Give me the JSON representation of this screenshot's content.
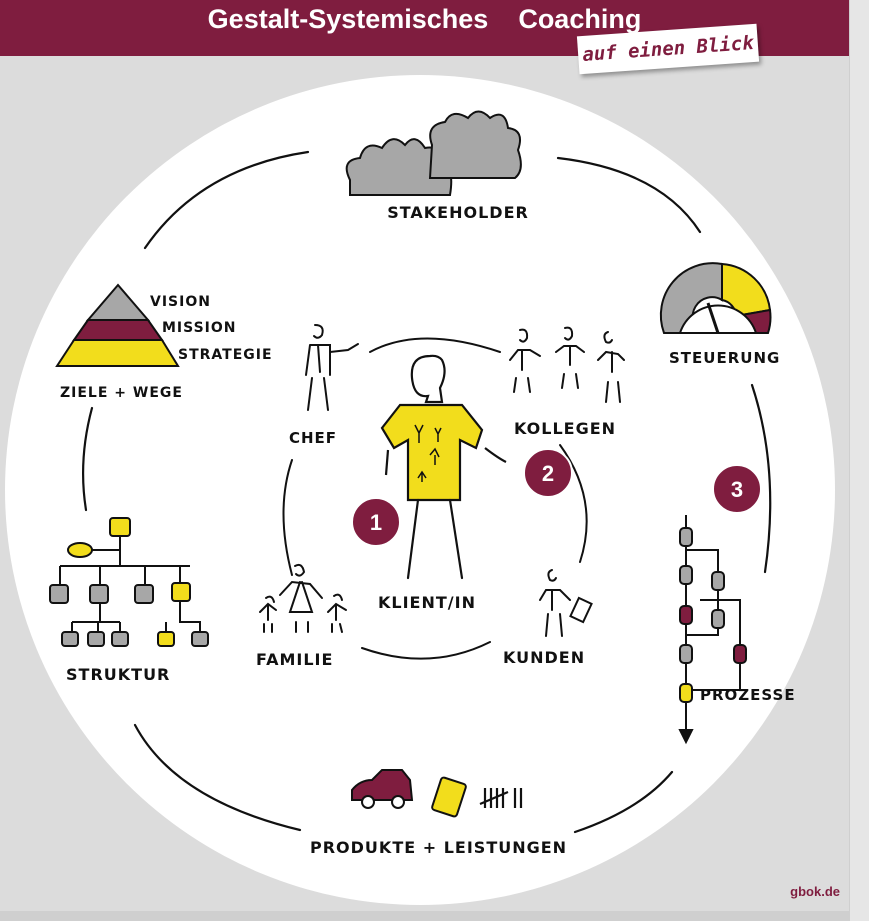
{
  "colors": {
    "accent": "#7f1d3f",
    "yellow": "#f2dd1c",
    "gray": "#a7a7a7",
    "ink": "#111111",
    "white": "#ffffff"
  },
  "header": {
    "title": "Gestalt-Systemisches    Coaching",
    "subtitle": "auf einen Blick"
  },
  "labels": {
    "stakeholder": "STAKEHOLDER",
    "vision": "VISION",
    "mission": "MISSION",
    "strategie": "STRATEGIE",
    "ziele_wege": "ZIELE + WEGE",
    "steuerung": "STEUERUNG",
    "chef": "CHEF",
    "kollegen": "KOLLEGEN",
    "klient": "KLIENT/IN",
    "familie": "FAMILIE",
    "kunden": "KUNDEN",
    "struktur": "STRUKTUR",
    "prozesse": "PROZESSE",
    "produkte": "PRODUKTE + LEISTUNGEN"
  },
  "badges": [
    "1",
    "2",
    "3"
  ],
  "footer": {
    "credit": "gbok.de"
  },
  "icons": [
    "cloud-icon",
    "pyramid-icon",
    "gauge-icon",
    "org-chart-icon",
    "process-flow-icon",
    "car-icon",
    "card-icon",
    "tally-icon",
    "person-icon"
  ]
}
